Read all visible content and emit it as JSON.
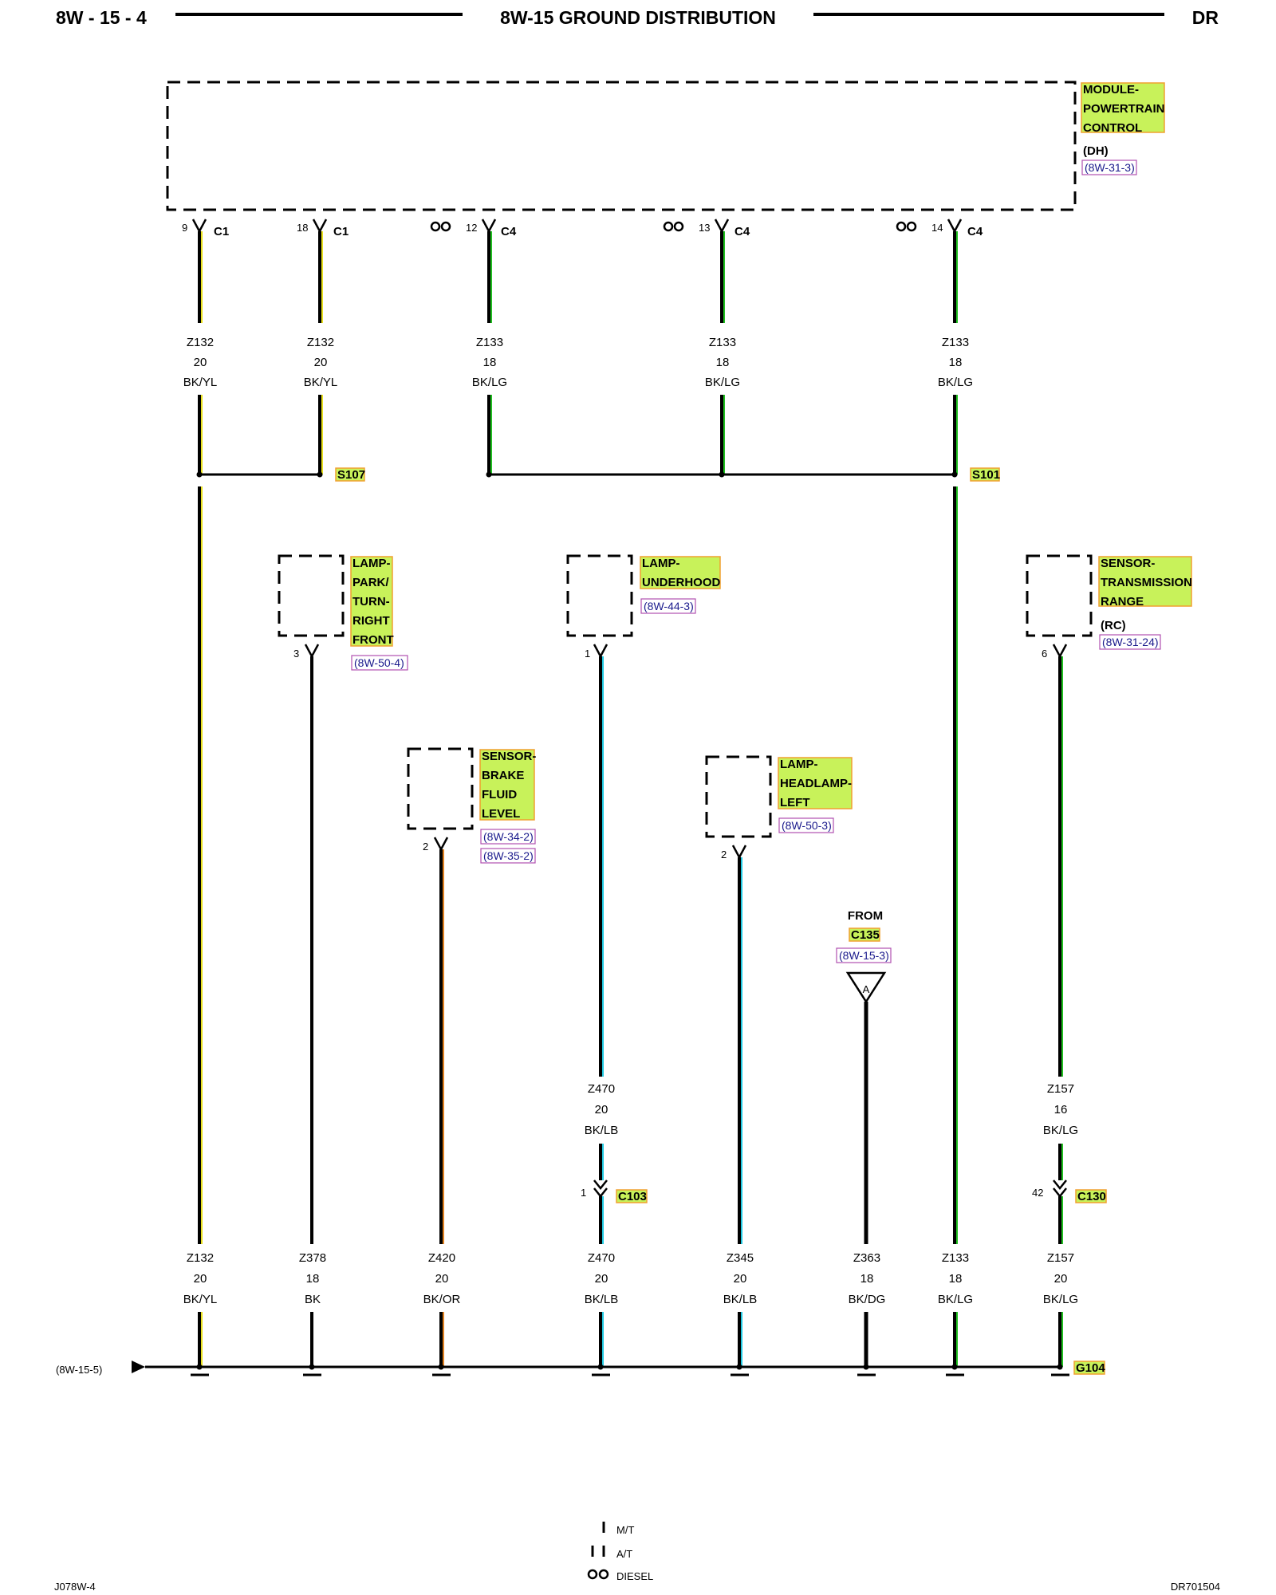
{
  "header": {
    "left": "8W - 15 - 4",
    "title": "8W-15 GROUND DISTRIBUTION",
    "right": "DR"
  },
  "pcm": {
    "label_lines": [
      "MODULE-",
      "POWERTRAIN",
      "CONTROL"
    ],
    "variant": "(DH)",
    "ref": "(8W-31-3)"
  },
  "pcm_pins": [
    {
      "pin": "9",
      "conn": "C1",
      "circuit": "Z132",
      "gauge": "20",
      "color": "BK/YL",
      "diesel": false
    },
    {
      "pin": "18",
      "conn": "C1",
      "circuit": "Z132",
      "gauge": "20",
      "color": "BK/YL",
      "diesel": false
    },
    {
      "pin": "12",
      "conn": "C4",
      "circuit": "Z133",
      "gauge": "18",
      "color": "BK/LG",
      "diesel": true
    },
    {
      "pin": "13",
      "conn": "C4",
      "circuit": "Z133",
      "gauge": "18",
      "color": "BK/LG",
      "diesel": true
    },
    {
      "pin": "14",
      "conn": "C4",
      "circuit": "Z133",
      "gauge": "18",
      "color": "BK/LG",
      "diesel": true
    }
  ],
  "splices": {
    "s107": "S107",
    "s101": "S101"
  },
  "components": {
    "lamp_park": {
      "lines": [
        "LAMP-",
        "PARK/",
        "TURN-",
        "RIGHT",
        "FRONT"
      ],
      "ref": "(8W-50-4)",
      "pin": "3"
    },
    "lamp_underhood": {
      "lines": [
        "LAMP-",
        "UNDERHOOD"
      ],
      "ref": "(8W-44-3)",
      "pin": "1"
    },
    "sensor_trans": {
      "lines": [
        "SENSOR-",
        "TRANSMISSION",
        "RANGE"
      ],
      "variant": "(RC)",
      "ref": "(8W-31-24)",
      "pin": "6"
    },
    "sensor_brake": {
      "lines": [
        "SENSOR-",
        "BRAKE",
        "FLUID",
        "LEVEL"
      ],
      "refs": [
        "(8W-34-2)",
        "(8W-35-2)"
      ],
      "pin": "2"
    },
    "lamp_headlamp": {
      "lines": [
        "LAMP-",
        "HEADLAMP-",
        "LEFT"
      ],
      "ref": "(8W-50-3)",
      "pin": "2"
    }
  },
  "from_c135": {
    "from": "FROM",
    "conn": "C135",
    "ref": "(8W-15-3)",
    "letter": "A"
  },
  "mid_wires": {
    "z470": {
      "circuit": "Z470",
      "gauge": "20",
      "color": "BK/LB",
      "inline_pin": "1",
      "inline_conn": "C103"
    },
    "z157": {
      "circuit": "Z157",
      "gauge": "16",
      "color": "BK/LG",
      "inline_pin": "42",
      "inline_conn": "C130"
    }
  },
  "bottom_wires": [
    {
      "circuit": "Z132",
      "gauge": "20",
      "color": "BK/YL"
    },
    {
      "circuit": "Z378",
      "gauge": "18",
      "color": "BK"
    },
    {
      "circuit": "Z420",
      "gauge": "20",
      "color": "BK/OR"
    },
    {
      "circuit": "Z470",
      "gauge": "20",
      "color": "BK/LB"
    },
    {
      "circuit": "Z345",
      "gauge": "20",
      "color": "BK/LB"
    },
    {
      "circuit": "Z363",
      "gauge": "18",
      "color": "BK/DG"
    },
    {
      "circuit": "Z133",
      "gauge": "18",
      "color": "BK/LG"
    },
    {
      "circuit": "Z157",
      "gauge": "20",
      "color": "BK/LG"
    }
  ],
  "ground": {
    "label": "G104",
    "left_ref": "(8W-15-5)"
  },
  "legend": {
    "mt": "M/T",
    "at": "A/T",
    "diesel": "DIESEL"
  },
  "footer": {
    "left": "J078W-4",
    "right": "DR701504"
  },
  "wire_colors": {
    "yellow": "#e8e020",
    "green": "#20c020",
    "blue": "#20c8e0",
    "orange": "#e08020"
  }
}
